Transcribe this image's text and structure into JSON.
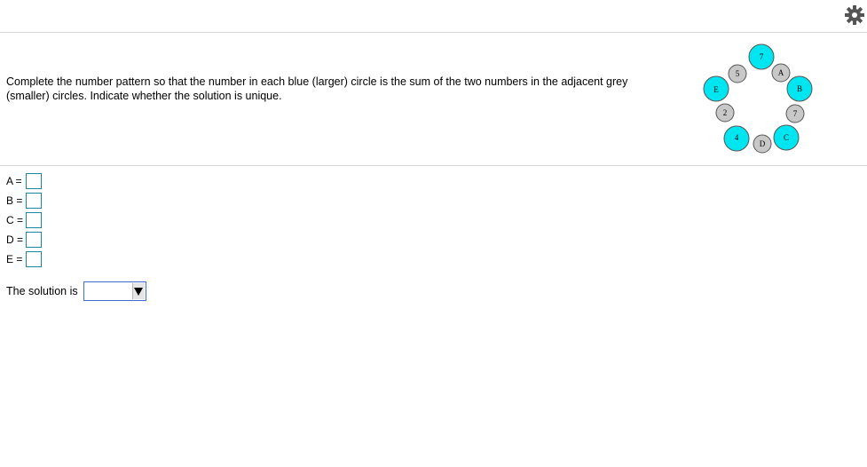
{
  "toolbar": {
    "settings_icon": "gear-icon"
  },
  "question": {
    "text": "Complete the number pattern so that the number in each blue (larger) circle is the sum of the two numbers in the adjacent grey (smaller) circles.  Indicate whether the solution is unique."
  },
  "diagram": {
    "blue_color": "#00e6f0",
    "grey_color": "#c8c8c8",
    "blue_circles": [
      {
        "label": "7"
      },
      {
        "label": "B"
      },
      {
        "label": "C"
      },
      {
        "label": "4"
      },
      {
        "label": "E"
      }
    ],
    "grey_circles": [
      {
        "label": "A"
      },
      {
        "label": "7"
      },
      {
        "label": "D"
      },
      {
        "label": "2"
      },
      {
        "label": "5"
      }
    ]
  },
  "answers": [
    {
      "label": "A =",
      "value": ""
    },
    {
      "label": "B =",
      "value": ""
    },
    {
      "label": "C =",
      "value": ""
    },
    {
      "label": "D =",
      "value": ""
    },
    {
      "label": "E =",
      "value": ""
    }
  ],
  "solution": {
    "label": "The solution is",
    "selected": ""
  }
}
